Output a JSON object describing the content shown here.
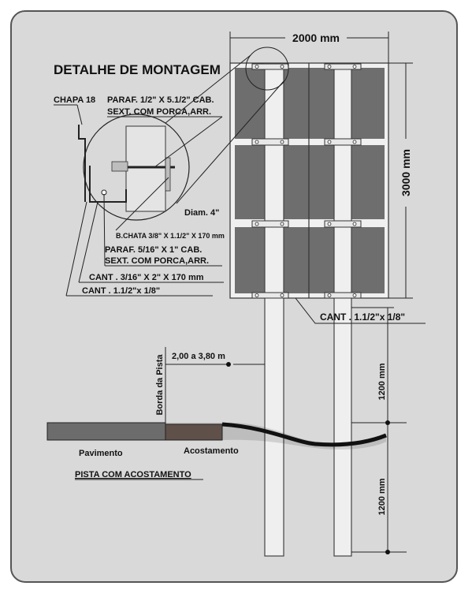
{
  "title": "DETALHE DE MONTAGEM",
  "dimensions": {
    "width": "2000 mm",
    "height": "3000 mm",
    "clearance_upper": "1200 mm",
    "clearance_lower": "1200 mm",
    "offset_from_edge": "2,00  a  3,80 m"
  },
  "detail_labels": {
    "plate": "CHAPA 18",
    "bolt_large_1": "PARAF. 1/2\" X 5.1/2\" CAB.",
    "bolt_large_2": "SEXT. COM PORCA,ARR.",
    "diameter": "Diam. 4\"",
    "flat_bar": "B.CHATA 3/8\" X 1.1/2\" X 170 mm",
    "bolt_small_1": "PARAF. 5/16\" X 1\" CAB.",
    "bolt_small_2": "SEXT. COM PORCA,ARR.",
    "angle_large": "CANT . 3/16\" X 2\" X 170 mm",
    "angle_small": "CANT . 1.1/2\"x 1/8\""
  },
  "frame_label": "CANT . 1.1/2\"x 1/8\"",
  "road": {
    "edge": "Borda da Pista",
    "pavement": "Pavimento",
    "shoulder": "Acostamento",
    "caption": "PISTA COM ACOSTAMENTO"
  },
  "colors": {
    "background": "#d9d9d9",
    "panel": "#6e6e6e",
    "post": "#efefef",
    "shoulder": "#6a5a52"
  }
}
